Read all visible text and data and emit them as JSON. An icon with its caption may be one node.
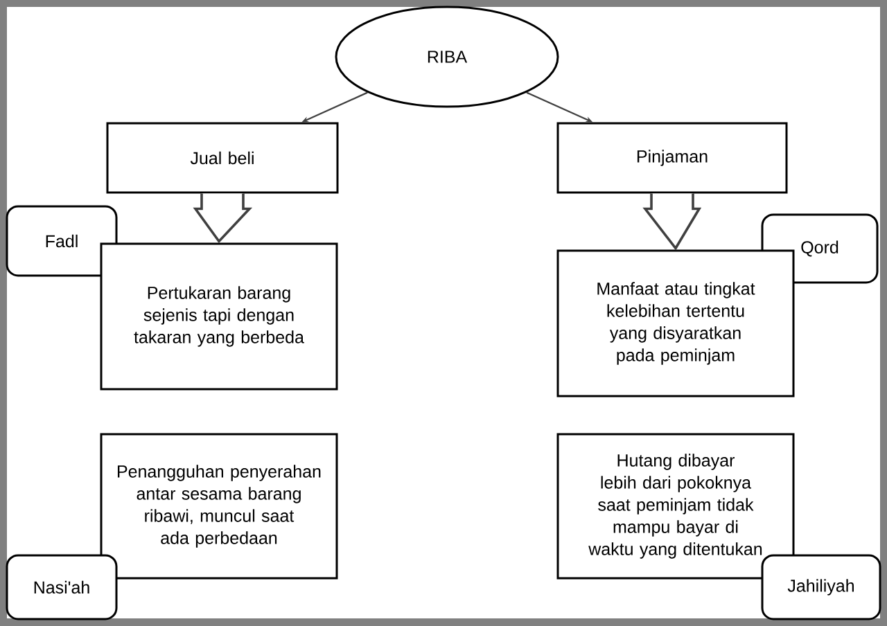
{
  "diagram": {
    "nodes": [
      {
        "text": [
          "RIBA"
        ]
      },
      {
        "text": [
          "Jual beli"
        ]
      },
      {
        "text": [
          "Pinjaman"
        ]
      },
      {
        "text": [
          "Fadl"
        ]
      },
      {
        "text": [
          "Pertukaran barang sejenis tapi dengan takaran yang berbeda"
        ]
      },
      {
        "text": [
          "Qord"
        ]
      },
      {
        "text": [
          "Manfaat atau tingkat kelebihan tertentu yang disyaratkan pada peminjam"
        ]
      },
      {
        "text": [
          "Penangguhan penyerahan antar sesama barang ribawi, muncul saat ada perbedaan"
        ]
      },
      {
        "text": [
          "Hutang dibayar lebih dari pokoknya saat peminjam tidak mampu bayar di waktu yang ditentukan"
        ]
      },
      {
        "text": [
          "Nasi'ah"
        ]
      },
      {
        "text": [
          "Jahiliyah"
        ]
      }
    ],
    "edges": [
      {
        "from": 0,
        "to": 1,
        "arrow": "to"
      },
      {
        "from": 0,
        "to": 2,
        "arrow": "to"
      },
      {
        "from": 1,
        "to": 4,
        "arrow": "to",
        "style": "thick"
      },
      {
        "from": 2,
        "to": 6,
        "arrow": "to",
        "style": "thick"
      }
    ]
  }
}
